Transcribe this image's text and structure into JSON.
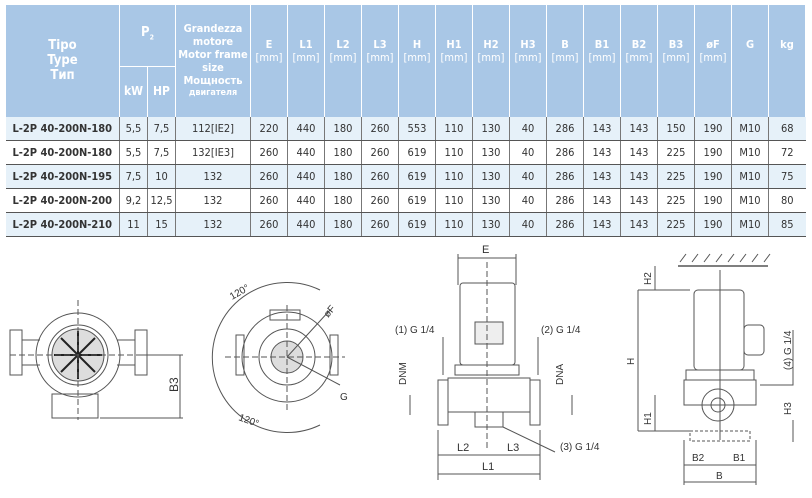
{
  "table": {
    "header": {
      "tipo": [
        "Tipo",
        "Type",
        "Тип"
      ],
      "p2": "P",
      "p2_sub": "2",
      "kw": "kW",
      "hp": "HP",
      "motor": [
        "Grandezza",
        "motore",
        "Motor frame",
        "size",
        "Мощность",
        "двигателя"
      ],
      "dims": [
        {
          "label": "E",
          "unit": "[mm]"
        },
        {
          "label": "L1",
          "unit": "[mm]"
        },
        {
          "label": "L2",
          "unit": "[mm]"
        },
        {
          "label": "L3",
          "unit": "[mm]"
        },
        {
          "label": "H",
          "unit": "[mm]"
        },
        {
          "label": "H1",
          "unit": "[mm]"
        },
        {
          "label": "H2",
          "unit": "[mm]"
        },
        {
          "label": "H3",
          "unit": "[mm]"
        },
        {
          "label": "B",
          "unit": "[mm]"
        },
        {
          "label": "B1",
          "unit": "[mm]"
        },
        {
          "label": "B2",
          "unit": "[mm]"
        },
        {
          "label": "B3",
          "unit": "[mm]"
        },
        {
          "label": "øF",
          "unit": "[mm]"
        },
        {
          "label": "G",
          "unit": ""
        },
        {
          "label": "kg",
          "unit": ""
        }
      ]
    },
    "rows": [
      [
        "L-2P 40-200N-180",
        "5,5",
        "7,5",
        "112[IE2]",
        "220",
        "440",
        "180",
        "260",
        "553",
        "110",
        "130",
        "40",
        "286",
        "143",
        "143",
        "150",
        "190",
        "M10",
        "68"
      ],
      [
        "L-2P 40-200N-180",
        "5,5",
        "7,5",
        "132[IE3]",
        "260",
        "440",
        "180",
        "260",
        "619",
        "110",
        "130",
        "40",
        "286",
        "143",
        "143",
        "225",
        "190",
        "M10",
        "72"
      ],
      [
        "L-2P 40-200N-195",
        "7,5",
        "10",
        "132",
        "260",
        "440",
        "180",
        "260",
        "619",
        "110",
        "130",
        "40",
        "286",
        "143",
        "143",
        "225",
        "190",
        "M10",
        "75"
      ],
      [
        "L-2P 40-200N-200",
        "9,2",
        "12,5",
        "132",
        "260",
        "440",
        "180",
        "260",
        "619",
        "110",
        "130",
        "40",
        "286",
        "143",
        "143",
        "225",
        "190",
        "M10",
        "80"
      ],
      [
        "L-2P 40-200N-210",
        "11",
        "15",
        "132",
        "260",
        "440",
        "180",
        "260",
        "619",
        "110",
        "130",
        "40",
        "286",
        "143",
        "143",
        "225",
        "190",
        "M10",
        "85"
      ]
    ]
  },
  "drawings": {
    "top_view": {
      "b3": "B3"
    },
    "flange_view": {
      "angle1": "120°",
      "angle2": "120°",
      "diam": "øF",
      "g": "G"
    },
    "front_view": {
      "e": "E",
      "port1": "(1) G 1/4",
      "port2": "(2) G 1/4",
      "port3": "(3) G 1/4",
      "dnm": "DNM",
      "dna": "DNA",
      "l1": "L1",
      "l2": "L2",
      "l3": "L3"
    },
    "side_view": {
      "h": "H",
      "h1": "H1",
      "h2": "H2",
      "h3": "H3",
      "port4": "(4) G 1/4",
      "b": "B",
      "b1": "B1",
      "b2": "B2"
    }
  }
}
